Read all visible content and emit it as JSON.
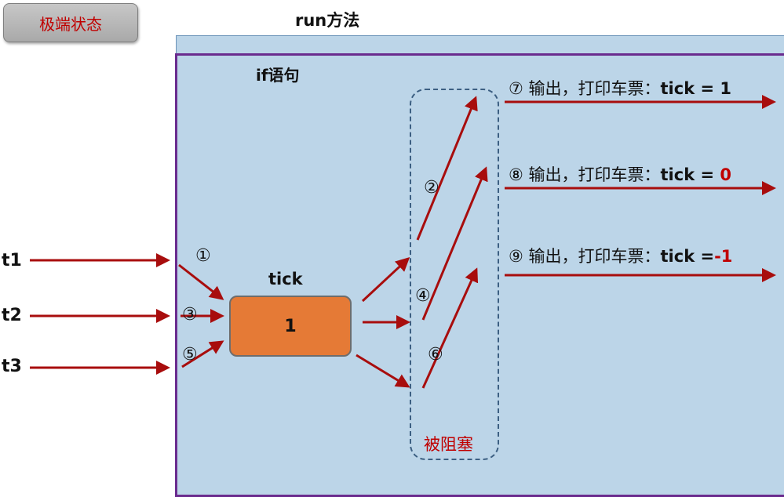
{
  "title": "极端状态",
  "run_label": "run方法",
  "if_label": "if语句",
  "tick": {
    "label": "tick",
    "value": "1"
  },
  "blocked_label": "被阻塞",
  "threads": [
    {
      "label": "t1"
    },
    {
      "label": "t2"
    },
    {
      "label": "t3"
    }
  ],
  "steps": {
    "s1": "①",
    "s2": "②",
    "s3": "③",
    "s4": "④",
    "s5": "⑤",
    "s6": "⑥",
    "s7": "⑦",
    "s8": "⑧",
    "s9": "⑨"
  },
  "outputs": [
    {
      "text": "输出，打印车票：",
      "expr": "tick = ",
      "value": "1",
      "value_color": "#111111"
    },
    {
      "text": "输出，打印车票：",
      "expr": "tick = ",
      "value": "0",
      "value_color": "#c00000"
    },
    {
      "text": "输出，打印车票：",
      "expr": "tick =",
      "value": "-1",
      "value_color": "#c00000"
    }
  ],
  "colors": {
    "arrow": "#a80d0d",
    "if_border": "#6a2b8e",
    "run_fill": "#bcd5e8",
    "tick_fill": "#e57a36",
    "accent_red": "#c00000"
  }
}
